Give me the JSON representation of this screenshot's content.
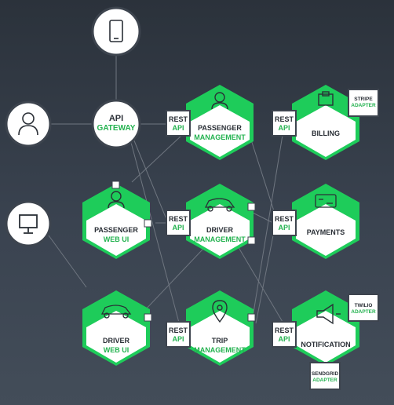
{
  "colors": {
    "background": "#333a44",
    "accent": "#1ecc5a",
    "hex_fill": "#ffffff",
    "dark_text": "#2a2f36",
    "green_text": "#23b24f",
    "line": "#6f7680"
  },
  "clients": {
    "mobile": {
      "icon": "smartphone-icon"
    },
    "user": {
      "icon": "person-icon"
    },
    "desktop": {
      "icon": "monitor-icon"
    }
  },
  "gateway": {
    "line1": "API",
    "line2": "GATEWAY"
  },
  "services": {
    "passenger_management": {
      "line1": "PASSENGER",
      "line2": "MANAGEMENT",
      "icon": "person-icon"
    },
    "billing": {
      "line1": "BILLING",
      "line2": "",
      "icon": "clipboard-icon"
    },
    "passenger_web_ui": {
      "line1": "PASSENGER",
      "line2": "WEB UI",
      "icon": "person-icon"
    },
    "driver_management": {
      "line1": "DRIVER",
      "line2": "MANAGEMENT",
      "icon": "car-icon"
    },
    "payments": {
      "line1": "PAYMENTS",
      "line2": "",
      "icon": "credit-card-icon"
    },
    "driver_web_ui": {
      "line1": "DRIVER",
      "line2": "WEB UI",
      "icon": "car-icon"
    },
    "trip_management": {
      "line1": "TRIP",
      "line2": "MANAGEMENT",
      "icon": "location-pin-icon"
    },
    "notification": {
      "line1": "NOTIFICATION",
      "line2": "",
      "icon": "megaphone-icon"
    }
  },
  "rest_api": {
    "line1": "REST",
    "line2": "API"
  },
  "adapters": {
    "stripe": {
      "line1": "STRIPE",
      "line2": "ADAPTER"
    },
    "twilio": {
      "line1": "TWILIO",
      "line2": "ADAPTER"
    },
    "sendgrid": {
      "line1": "SENDGRID",
      "line2": "ADAPTER"
    }
  }
}
